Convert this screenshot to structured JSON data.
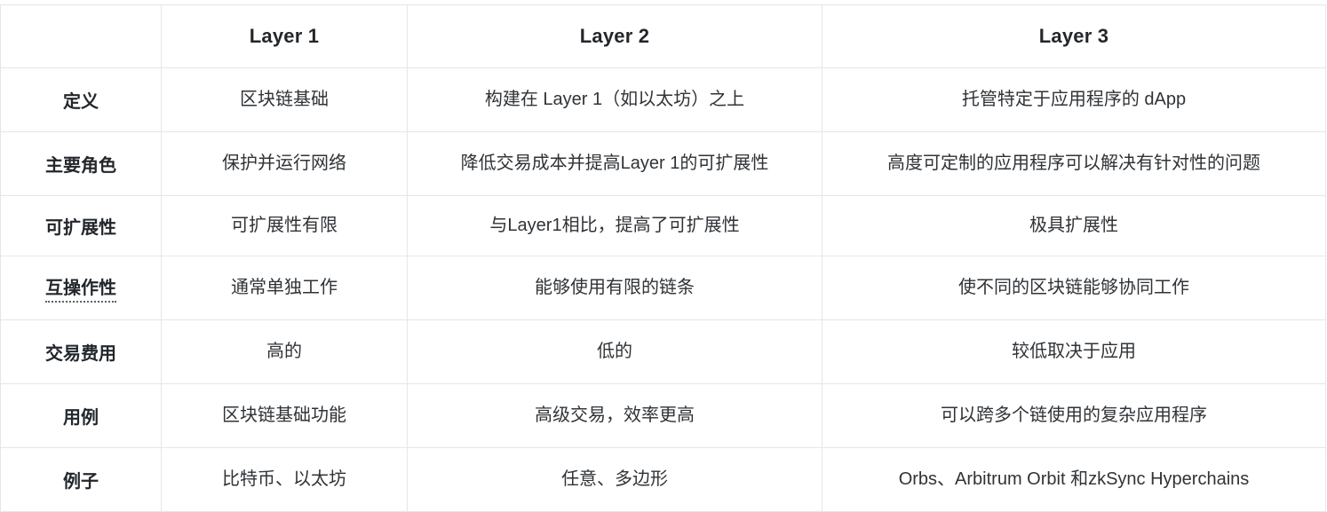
{
  "table": {
    "columns": [
      "",
      "Layer 1",
      "Layer 2",
      "Layer 3"
    ],
    "header": {
      "corner": "",
      "layer1": "Layer 1",
      "layer2": "Layer 2",
      "layer3": "Layer 3"
    },
    "rows": [
      {
        "label": "定义",
        "label_style": "plain",
        "layer1": "区块链基础",
        "layer2": "构建在 Layer 1（如以太坊）之上",
        "layer3": "托管特定于应用程序的 dApp"
      },
      {
        "label": "主要角色",
        "label_style": "plain",
        "layer1": "保护并运行网络",
        "layer2": "降低交易成本并提高Layer 1的可扩展性",
        "layer3": "高度可定制的应用程序可以解决有针对性的问题"
      },
      {
        "label": "可扩展性",
        "label_style": "plain",
        "layer1": "可扩展性有限",
        "layer2": "与Layer1相比，提高了可扩展性",
        "layer3": "极具扩展性"
      },
      {
        "label": "互操作性",
        "label_style": "dotted-underline",
        "layer1": "通常单独工作",
        "layer2": "能够使用有限的链条",
        "layer3": "使不同的区块链能够协同工作"
      },
      {
        "label": "交易费用",
        "label_style": "plain",
        "layer1": "高的",
        "layer2": "低的",
        "layer3": "较低取决于应用"
      },
      {
        "label": "用例",
        "label_style": "plain",
        "layer1": "区块链基础功能",
        "layer2": "高级交易，效率更高",
        "layer3": "可以跨多个链使用的复杂应用程序"
      },
      {
        "label": "例子",
        "label_style": "plain",
        "layer1": "比特币、以太坊",
        "layer2": "任意、多边形",
        "layer3": "Orbs、Arbitrum Orbit 和zkSync Hyperchains"
      }
    ]
  },
  "colors": {
    "border": "#e3e6e8",
    "heading_text": "#23272b",
    "body_text": "#2f3337",
    "background": "#ffffff"
  }
}
